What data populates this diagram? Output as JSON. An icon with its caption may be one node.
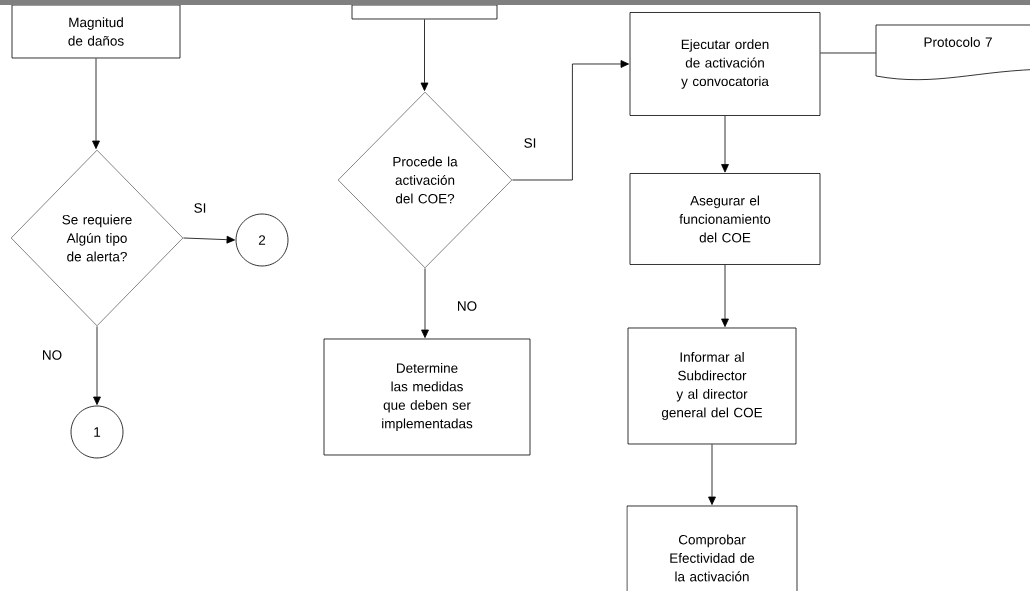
{
  "diagram": {
    "nodes": [
      {
        "text": [
          "Magnitud de daños"
        ]
      },
      {
        "text": [],
        "shape": "box"
      },
      {
        "text": [
          "Se requiere Algún tipo de alerta?"
        ]
      },
      {
        "text": [
          "2"
        ]
      },
      {
        "text": [
          "1"
        ]
      },
      {
        "text": [
          "Procede la activación del COE?"
        ]
      },
      {
        "text": [
          "Determine las medidas que deben ser implementadas"
        ]
      },
      {
        "text": [
          "Ejecutar orden de activación y convocatoria"
        ]
      },
      {
        "text": [
          "Protocolo 7"
        ]
      },
      {
        "text": [
          "Asegurar el funcionamiento del COE"
        ]
      },
      {
        "text": [
          "Informar al Subdirector y al director general del COE"
        ]
      },
      {
        "text": [
          "Comprobar Efectividad de la activación"
        ]
      }
    ],
    "edges": [
      {
        "from": 0,
        "to": 2,
        "arrow": "to"
      },
      {
        "from": 2,
        "to": 3,
        "arrow": "to",
        "label": "SI"
      },
      {
        "from": 2,
        "to": 4,
        "arrow": "to",
        "label": "NO"
      },
      {
        "from": 1,
        "to": 5,
        "arrow": "to"
      },
      {
        "from": 5,
        "to": 7,
        "arrow": "to",
        "label": "SI"
      },
      {
        "from": 5,
        "to": 6,
        "arrow": "to",
        "label": "NO"
      },
      {
        "from": 7,
        "to": 8,
        "arrow": "none"
      },
      {
        "from": 7,
        "to": 9,
        "arrow": "to"
      },
      {
        "from": 9,
        "to": 10,
        "arrow": "to"
      },
      {
        "from": 10,
        "to": 11,
        "arrow": "to"
      }
    ]
  }
}
